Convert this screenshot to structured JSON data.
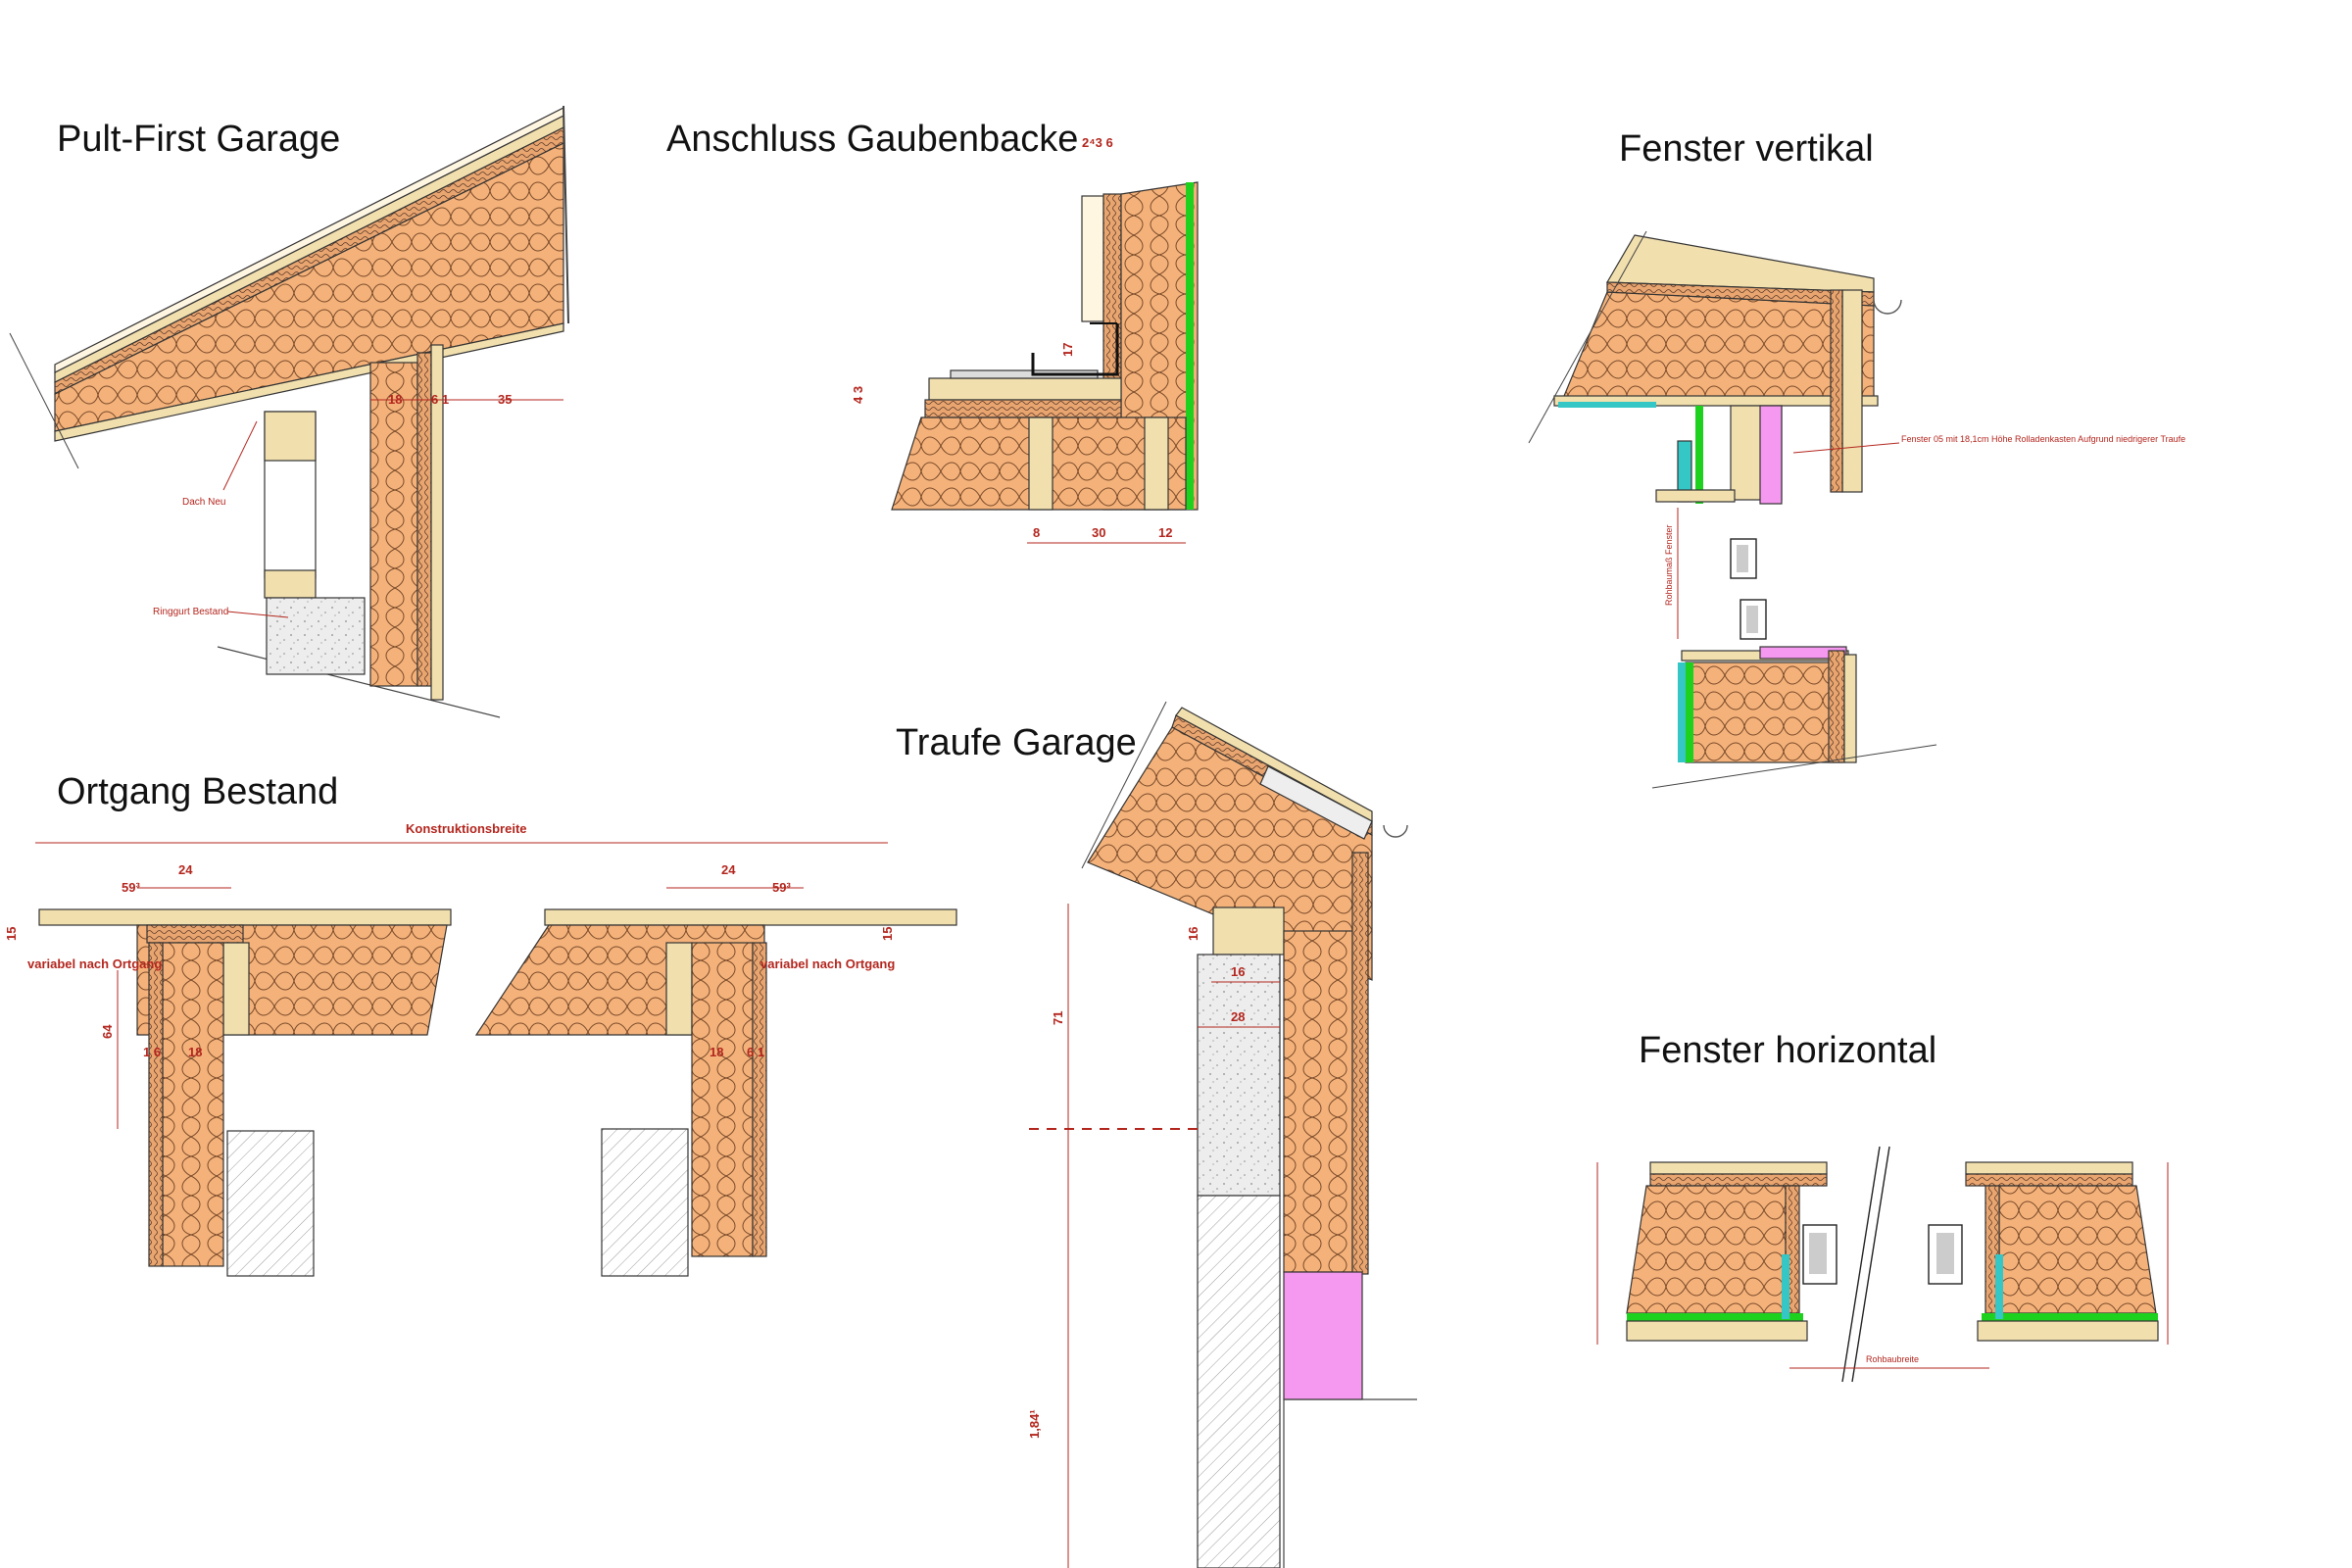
{
  "colors": {
    "insulation": "#f4b27a",
    "wood": "#f1dfae",
    "masonry": "#e6e6e6",
    "membrane_green": "#1fd11f",
    "membrane_cyan": "#35c6c6",
    "pink": "#f598f0",
    "dimension": "#b3261e"
  },
  "details": {
    "pult": {
      "title": "Pult-First Garage",
      "dims": {
        "d18": "18",
        "d61": "6 1",
        "d35": "35"
      },
      "labels": {
        "dach_neu": "Dach Neu",
        "ringgurt": "Ringgurt Bestand"
      }
    },
    "gauben": {
      "title": "Anschluss Gaubenbacke",
      "dims": {
        "top": "2⁴3  6",
        "d17": "17",
        "d43": "4 3",
        "d8": "8",
        "d30": "30",
        "d12": "12"
      }
    },
    "fenster_v": {
      "title": "Fenster vertikal",
      "note": "Fenster 05 mit 18,1cm Höhe Rolladenkasten Aufgrund niedrigerer Traufe",
      "side_label": "Rohbaumaß Fenster"
    },
    "ortgang": {
      "title": "Ortgang Bestand",
      "dims": {
        "konstruktionsbreite": "Konstruktionsbreite",
        "d59": "59³",
        "d24": "24",
        "d15": "15",
        "d64": "64",
        "d18": "18",
        "d1_6": "1 6",
        "d6_1": "6 1",
        "variabel": "variabel nach Ortgang"
      }
    },
    "traufe": {
      "title": "Traufe Garage",
      "dims": {
        "d16a": "16",
        "d16b": "16",
        "d28": "28",
        "d71": "71",
        "d184": "1,84¹"
      }
    },
    "fenster_h": {
      "title": "Fenster horizontal",
      "dim_label": "Rohbaubreite"
    }
  }
}
